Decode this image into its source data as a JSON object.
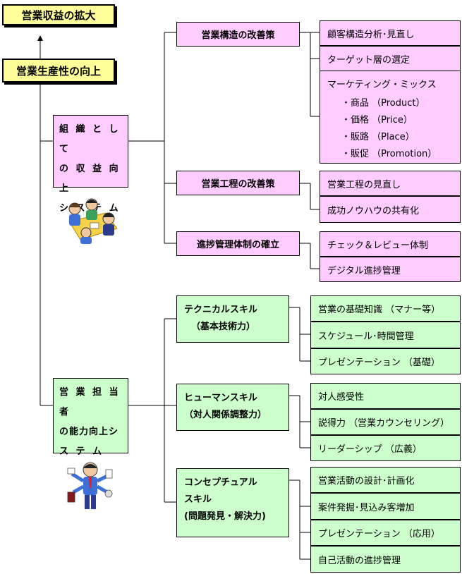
{
  "top_goal": "営業収益の拡大",
  "goal": "営業生産性の向上",
  "systems": [
    {
      "lines": [
        "組 織 と し て",
        "の 収 益 向 上",
        "シ ス テ ム"
      ],
      "groups": [
        {
          "title": "営業構造の改善策",
          "items": [
            "顧客構造分析･見直し",
            "ターゲット層の選定"
          ],
          "mix": {
            "title": "マーケティング・ミックス",
            "subs": [
              "・商品 （Product）",
              "・価格 （Price）",
              "・販路 （Place）",
              "・販促 （Promotion）"
            ]
          }
        },
        {
          "title": "営業工程の改善策",
          "items": [
            "営業工程の見直し",
            "成功ノウハウの共有化"
          ]
        },
        {
          "title": "進捗管理体制の確立",
          "items": [
            "チェック＆レビュー体制",
            "デジタル進捗管理"
          ]
        }
      ],
      "clipart": "team-meeting-clipart"
    },
    {
      "lines": [
        "営 業 担 当 者",
        "の能力向上シ",
        "ス テ ム"
      ],
      "groups": [
        {
          "lines": [
            "テクニカルスキル",
            "（基本技術力）"
          ],
          "items": [
            "営業の基礎知識 （マナー等）",
            "スケジュール･時間管理",
            "プレゼンテーション （基礎）"
          ]
        },
        {
          "lines": [
            "ヒューマンスキル",
            "（対人関係調整力）"
          ],
          "items": [
            "対人感受性",
            "説得力 （営業カウンセリング）",
            "リーダーシップ （広義）"
          ]
        },
        {
          "lines": [
            "コンセプチュアル",
            "スキル",
            "(問題発見・解決力)"
          ],
          "items": [
            "営業活動の設計･計画化",
            "案件発掘･見込み客増加",
            "プレゼンテーション （応用）",
            "自己活動の進捗管理"
          ]
        }
      ],
      "clipart": "busy-salesperson-clipart"
    }
  ],
  "colors": {
    "goal": "#ffff99",
    "org": "#ffccff",
    "staff": "#ccffcc",
    "line": "#000000"
  }
}
